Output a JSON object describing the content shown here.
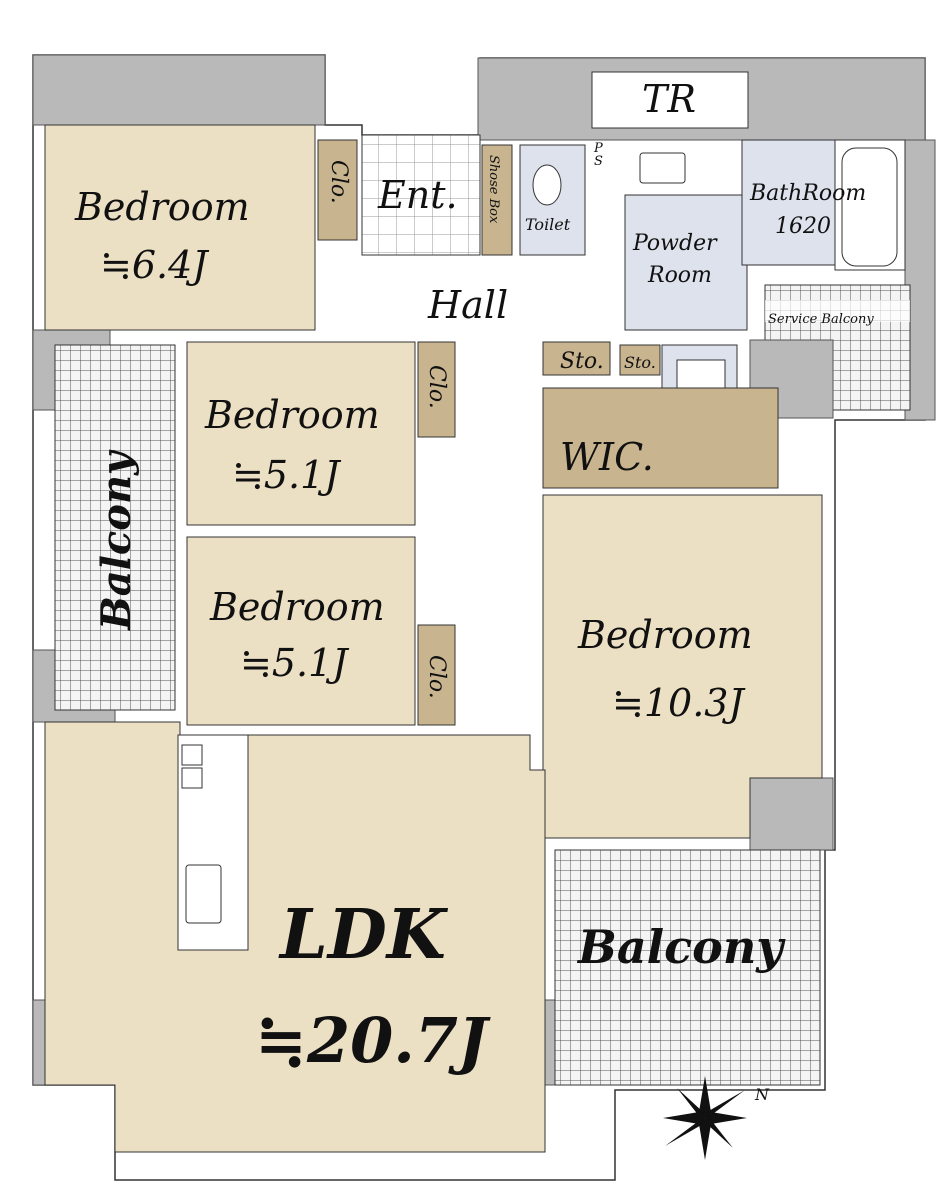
{
  "colors": {
    "room": "#ece0c4",
    "closet": "#c8b48e",
    "wet": "#dde2ec",
    "wall": "#b9b9b9",
    "line": "#333333"
  },
  "rooms": {
    "bedroom1": {
      "name": "Bedroom",
      "size": "≒6.4J"
    },
    "bedroom2": {
      "name": "Bedroom",
      "size": "≒5.1J"
    },
    "bedroom3": {
      "name": "Bedroom",
      "size": "≒5.1J"
    },
    "bedroom4": {
      "name": "Bedroom",
      "size": "≒10.3J"
    },
    "ldk": {
      "name": "LDK",
      "size": "≒20.7J"
    },
    "entrance": "Ent.",
    "hall": "Hall",
    "shoe_box": "Shose Box",
    "toilet": "Toilet",
    "tr": "TR",
    "powder_room": [
      "Powder",
      "Room"
    ],
    "bathroom": [
      "BathRoom",
      "1620"
    ],
    "service_balcony": "Service Balcony",
    "storage": "Sto.",
    "wic": "WIC.",
    "closet": "Clo.",
    "balcony": "Balcony",
    "ps": [
      "P",
      "S"
    ]
  },
  "compass": {
    "label": "N"
  }
}
